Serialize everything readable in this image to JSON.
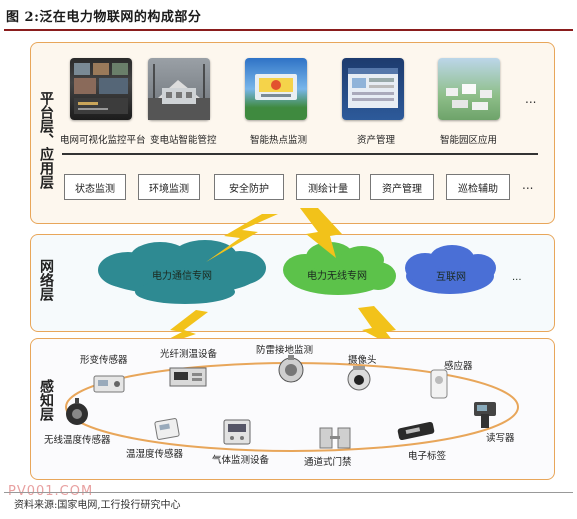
{
  "figure": {
    "title": "图 2:泛在电力物联网的构成部分",
    "source": "资料来源:国家电网,工行投行研究中心",
    "watermark": "PV001.COM"
  },
  "layers": {
    "platform": {
      "label": "平台层、应用层"
    },
    "network": {
      "label": "网络层"
    },
    "perception": {
      "label": "感知层"
    }
  },
  "platform_apps": [
    {
      "label": "电网可视化监控平台",
      "icon": "monitoring-screen-icon"
    },
    {
      "label": "变电站智能管控",
      "icon": "substation-icon"
    },
    {
      "label": "智能热点监测",
      "icon": "hotspot-monitor-icon"
    },
    {
      "label": "资产管理",
      "icon": "asset-dashboard-icon"
    },
    {
      "label": "智能园区应用",
      "icon": "smart-park-icon"
    }
  ],
  "app_functions": [
    "状态监测",
    "环境监测",
    "安全防护",
    "测绘计量",
    "资产管理",
    "巡检辅助"
  ],
  "ellipsis": "...",
  "networks": [
    {
      "label": "电力通信专网",
      "color": "#2e8a92"
    },
    {
      "label": "电力无线专网",
      "color": "#5cc24a"
    },
    {
      "label": "互联网",
      "color": "#4a6fd6"
    }
  ],
  "sensors": [
    {
      "label": "形变传感器",
      "icon": "deformation-sensor-icon"
    },
    {
      "label": "光纤测温设备",
      "icon": "fiber-thermometer-icon"
    },
    {
      "label": "防雷接地监测",
      "icon": "lightning-grounding-icon"
    },
    {
      "label": "摄像头",
      "icon": "camera-icon"
    },
    {
      "label": "感应器",
      "icon": "induction-sensor-icon"
    },
    {
      "label": "读写器",
      "icon": "rfid-reader-icon"
    },
    {
      "label": "电子标签",
      "icon": "electronic-tag-icon"
    },
    {
      "label": "通道式门禁",
      "icon": "access-gate-icon"
    },
    {
      "label": "气体监测设备",
      "icon": "gas-monitor-icon"
    },
    {
      "label": "温湿度传感器",
      "icon": "humidity-sensor-icon"
    },
    {
      "label": "无线温度传感器",
      "icon": "wireless-temp-sensor-icon"
    }
  ],
  "colors": {
    "accent_border": "#e8a65a",
    "lightning": "#f2c21a",
    "rule": "#8a1d1d"
  }
}
